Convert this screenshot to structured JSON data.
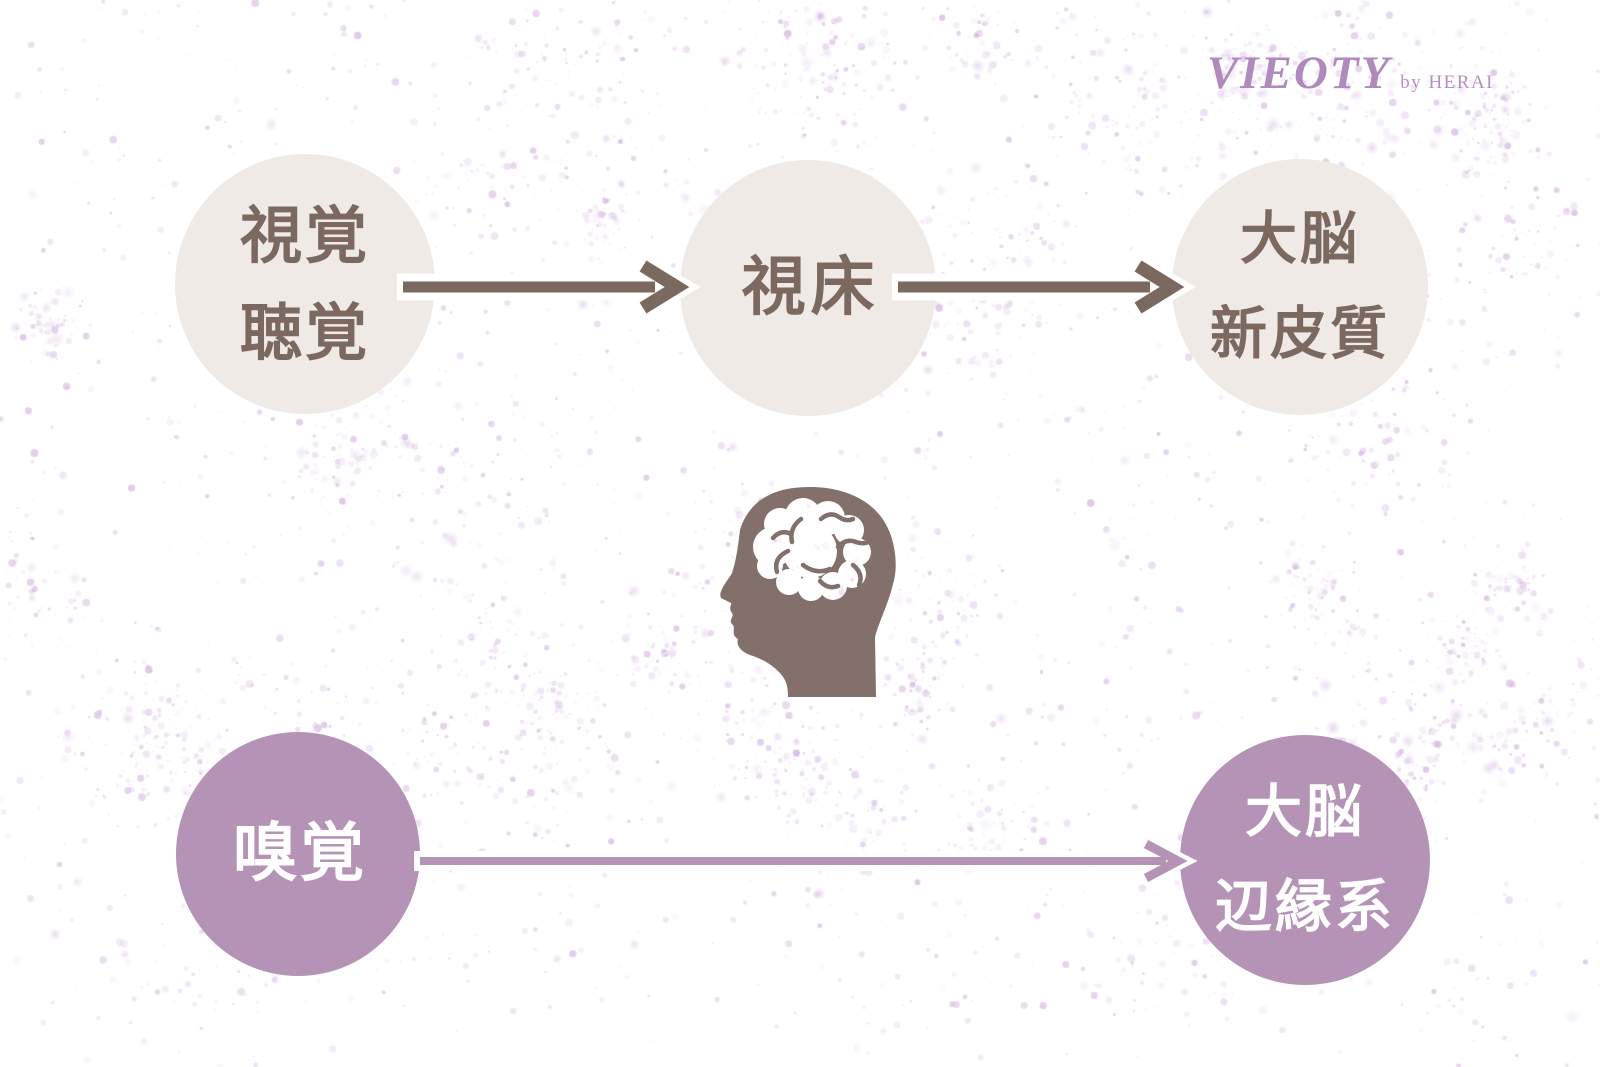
{
  "logo": {
    "brand": "VIEOTY",
    "byline": "by HERAI"
  },
  "nodes": [
    {
      "id": "visual-auditory",
      "lines": [
        "視覚",
        "聴覚"
      ],
      "style": "beige"
    },
    {
      "id": "thalamus",
      "lines": [
        "視床"
      ],
      "style": "beige"
    },
    {
      "id": "cerebral-neocortex",
      "lines": [
        "大脳",
        "新皮質"
      ],
      "style": "beige"
    },
    {
      "id": "olfactory",
      "lines": [
        "嗅覚"
      ],
      "style": "purple"
    },
    {
      "id": "limbic-system",
      "lines": [
        "大脳",
        "辺縁系"
      ],
      "style": "purple"
    }
  ],
  "flows": [
    {
      "from": "visual-auditory",
      "to": "thalamus"
    },
    {
      "from": "thalamus",
      "to": "cerebral-neocortex"
    },
    {
      "from": "olfactory",
      "to": "limbic-system"
    }
  ],
  "icons": {
    "center": "head-brain-icon",
    "flow": "arrow-right-icon"
  },
  "colors": {
    "background": "#ffffff",
    "circle_beige": "#efeae6",
    "text_brown": "#7b685f",
    "head_brown": "#83706a",
    "circle_purple": "#b493b7",
    "arrow_purple": "#b493b7",
    "text_white": "#ffffff",
    "logo_purple": "#b18abd",
    "speckles": [
      "#e7d4f1",
      "#dcc1e9",
      "#d0aadd",
      "#c89fd6"
    ]
  }
}
